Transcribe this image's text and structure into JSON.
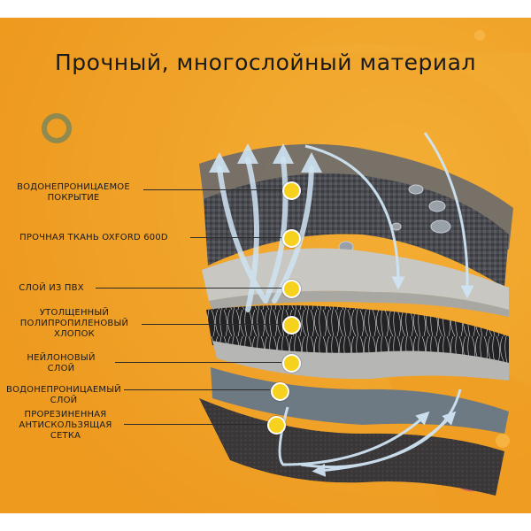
{
  "title": "Прочный, многослойный материал",
  "layers": [
    {
      "label_lines": [
        "ВОДОНЕПРОНИЦАЕМОЕ",
        "ПОКРЫТИЕ"
      ]
    },
    {
      "label_lines": [
        "ПРОЧНАЯ ТКАНЬ OXFORD 600D"
      ]
    },
    {
      "label_lines": [
        "СЛОЙ ИЗ ПВХ"
      ]
    },
    {
      "label_lines": [
        "УТОЛЩЕННЫЙ",
        "ПОЛИПРОПИЛЕНОВЫЙ",
        "ХЛОПОК"
      ]
    },
    {
      "label_lines": [
        "НЕЙЛОНОВЫЙ",
        "СЛОЙ"
      ]
    },
    {
      "label_lines": [
        "ВОДОНЕПРОНИЦАЕМЫЙ",
        "СЛОЙ"
      ]
    },
    {
      "label_lines": [
        "ПРОРЕЗИНЕННАЯ",
        "АНТИСКОЛЬЗЯЩАЯ",
        "СЕТКА"
      ]
    }
  ],
  "colors": {
    "background": "#f0a125",
    "dot": "#f6d21f",
    "ring_olive": "#8f8a4f",
    "ring_coral": "#d9695a",
    "arrow": "#cfe4f4"
  }
}
